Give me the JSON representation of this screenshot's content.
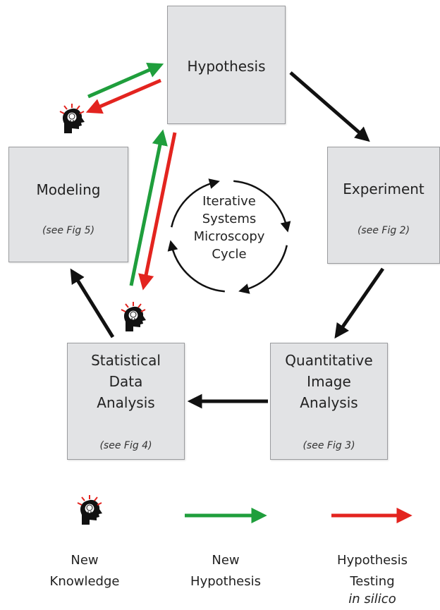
{
  "nodes": {
    "hypothesis": {
      "title": "Hypothesis"
    },
    "experiment": {
      "title": "Experiment",
      "ref": "(see Fig 2)"
    },
    "quantitative": {
      "title": "Quantitative\nImage\nAnalysis",
      "ref": "(see Fig 3)"
    },
    "statistical": {
      "title": "Statistical\nData\nAnalysis",
      "ref": "(see Fig 4)"
    },
    "modeling": {
      "title": "Modeling",
      "ref": "(see Fig 5)"
    }
  },
  "cycle": {
    "label": "Iterative\nSystems\nMicroscopy\nCycle"
  },
  "legend": {
    "knowledge": {
      "label": "New\nKnowledge",
      "icon": "head-with-lightbulb-icon"
    },
    "hypothesis": {
      "label": "New\nHypothesis",
      "color": "#1f9e3c"
    },
    "testing": {
      "label": "Hypothesis\nTesting",
      "label_italic": "in silico",
      "color": "#e3241f"
    }
  },
  "colors": {
    "box_fill": "#e2e3e5",
    "box_border": "#9a9b9e",
    "arrow": "#111111",
    "green": "#1f9e3c",
    "red": "#e3241f"
  }
}
